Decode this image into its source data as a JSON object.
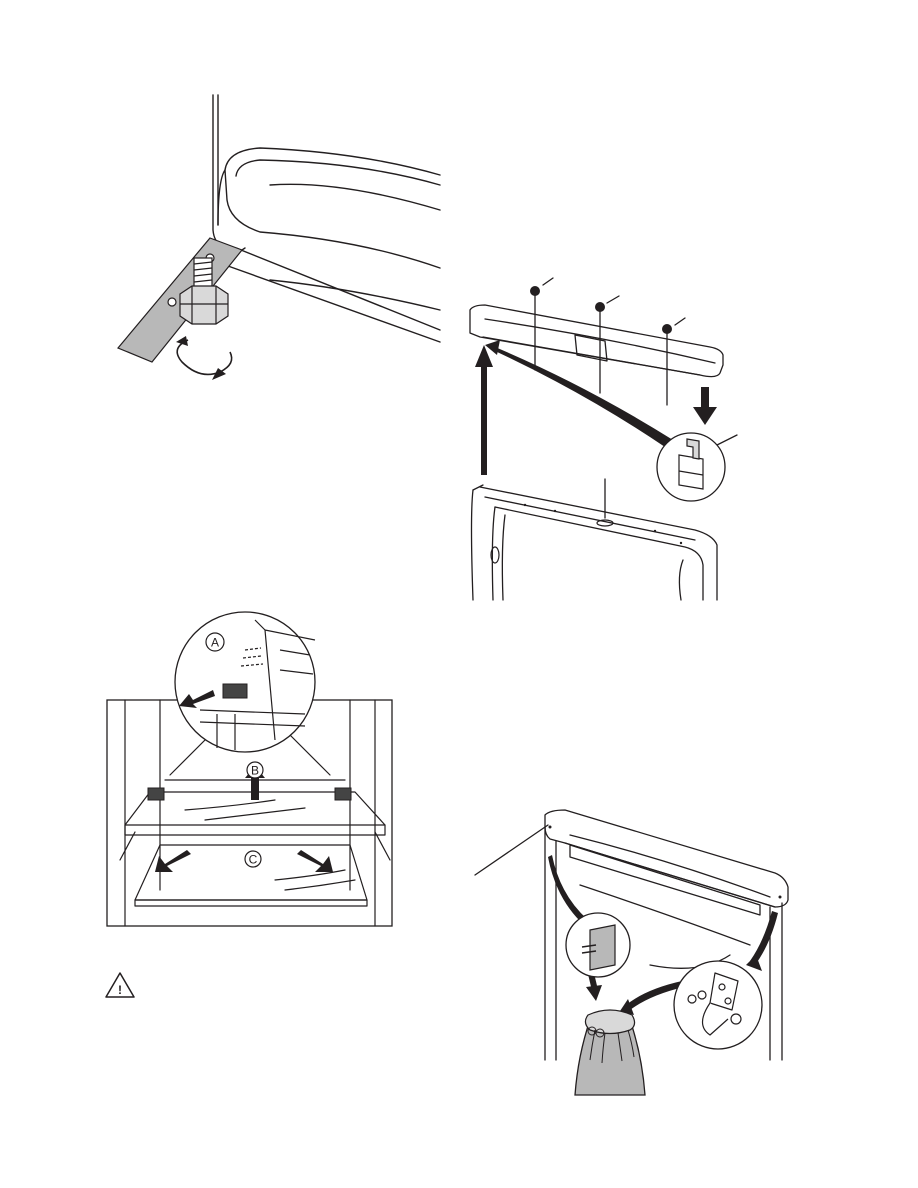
{
  "colors": {
    "ink": "#231f20",
    "fill_grey": "#b8b8b8",
    "fill_light": "#d9d9d9",
    "paper": "#ffffff"
  },
  "figures": [
    {
      "id": "leveling-foot",
      "icon": "adjustable-foot-wrench-illustration"
    },
    {
      "id": "door-top-cover",
      "icon": "door-cover-screws-illustration"
    },
    {
      "id": "shelf-removal",
      "icon": "glass-shelf-removal-illustration",
      "labels": {
        "a": "A",
        "b": "B",
        "c": "C"
      }
    },
    {
      "id": "hinge-parts-bag",
      "icon": "hinge-parts-bag-illustration"
    }
  ],
  "warning": {
    "icon": "warning-triangle-icon",
    "symbol": "!"
  }
}
